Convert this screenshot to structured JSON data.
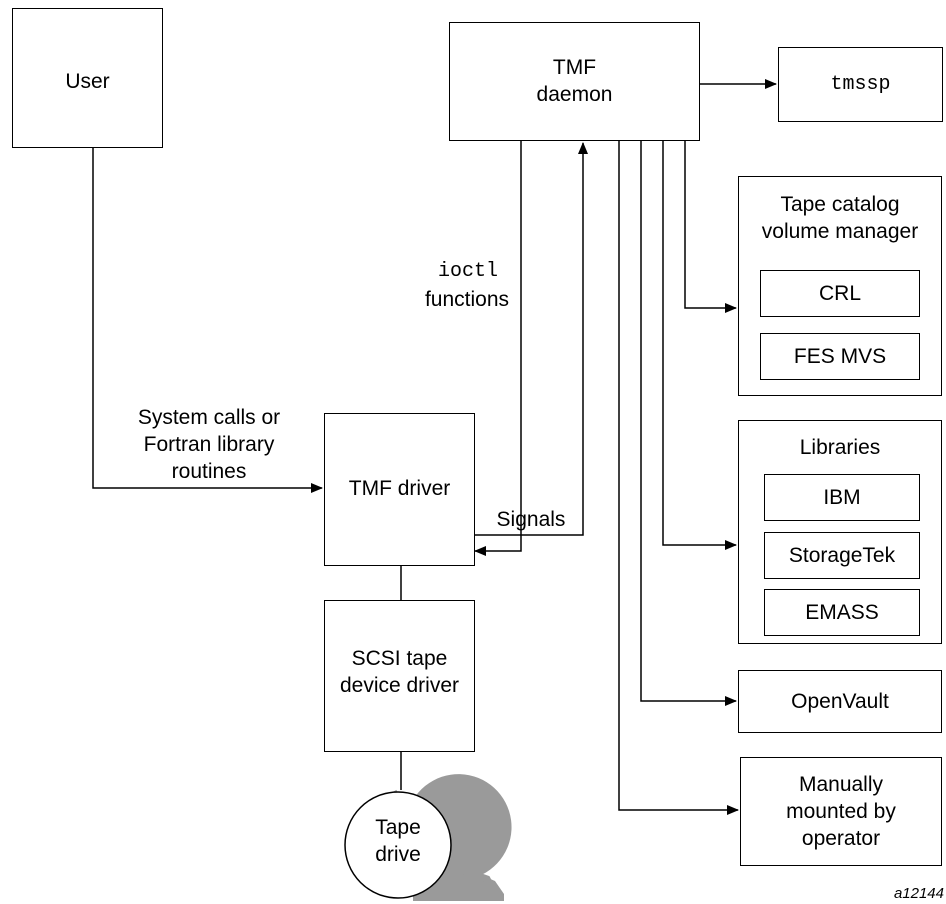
{
  "nodes": {
    "user": "User",
    "tmf_daemon": [
      "TMF",
      "daemon"
    ],
    "tmssp": "tmssp",
    "tape_catalog": [
      "Tape catalog",
      "volume manager"
    ],
    "crl": "CRL",
    "fes_mvs": "FES MVS",
    "libraries": "Libraries",
    "ibm": "IBM",
    "storagetek": "StorageTek",
    "emass": "EMASS",
    "openvault": "OpenVault",
    "manual": [
      "Manually",
      "mounted by",
      "operator"
    ],
    "tmf_driver": "TMF driver",
    "scsi_driver": [
      "SCSI tape",
      "device driver"
    ],
    "tape_drive": [
      "Tape",
      "drive"
    ]
  },
  "edges": {
    "system_calls": [
      "System calls or",
      "Fortran library",
      "routines"
    ],
    "ioctl": "ioctl",
    "functions": "functions",
    "signals": "Signals"
  },
  "figure_id": "a12144"
}
